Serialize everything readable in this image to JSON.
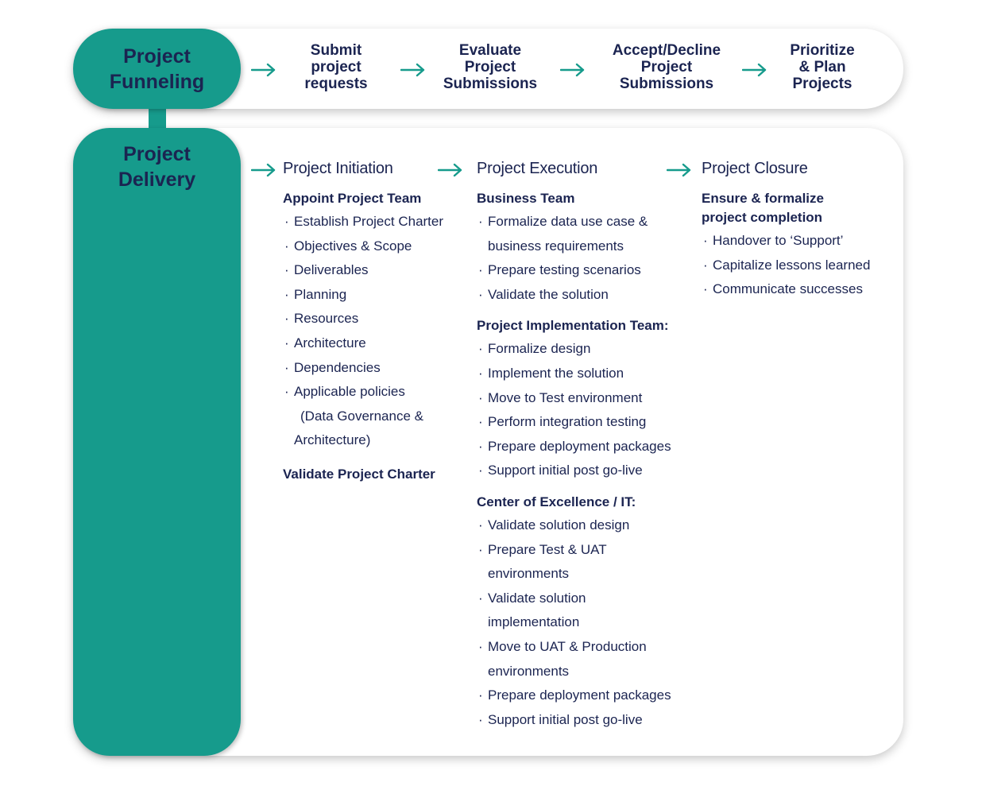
{
  "colors": {
    "accent": "#169b8c",
    "text": "#1b2451",
    "panel": "#ffffff"
  },
  "funneling": {
    "title_line1": "Project",
    "title_line2": "Funneling",
    "steps": [
      {
        "l1": "Submit",
        "l2": "project",
        "l3": "requests"
      },
      {
        "l1": "Evaluate",
        "l2": "Project",
        "l3": "Submissions"
      },
      {
        "l1": "Accept/Decline",
        "l2": "Project",
        "l3": "Submissions"
      },
      {
        "l1": "Prioritize",
        "l2": "& Plan",
        "l3": "Projects"
      }
    ]
  },
  "delivery": {
    "title_line1": "Project",
    "title_line2": "Delivery",
    "initiation": {
      "title": "Project Initiation",
      "section1": "Appoint Project Team",
      "items": [
        "Establish Project Charter",
        "Objectives & Scope",
        "Deliverables",
        "Planning",
        "Resources",
        "Architecture",
        "Dependencies",
        "Applicable policies"
      ],
      "items_cont": [
        "(Data Governance &",
        "Architecture)"
      ],
      "section2": "Validate Project Charter"
    },
    "execution": {
      "title": "Project Execution",
      "business_team": {
        "heading": "Business Team",
        "items": [
          {
            "l1": "Formalize data use case &",
            "l2": "business requirements"
          },
          {
            "l1": "Prepare testing scenarios"
          },
          {
            "l1": "Validate the solution"
          }
        ]
      },
      "implementation_team": {
        "heading": "Project Implementation Team:",
        "items": [
          "Formalize design",
          "Implement the solution",
          "Move to Test environment",
          "Perform integration testing",
          "Prepare deployment packages",
          "Support initial post go-live"
        ]
      },
      "coe": {
        "heading": "Center of Excellence / IT:",
        "items": [
          {
            "l1": "Validate solution design"
          },
          {
            "l1": "Prepare Test & UAT",
            "l2": "environments"
          },
          {
            "l1": "Validate solution",
            "l2": "implementation"
          },
          {
            "l1": "Move to UAT & Production",
            "l2": "environments"
          },
          {
            "l1": "Prepare deployment packages"
          },
          {
            "l1": "Support initial post go-live"
          }
        ]
      }
    },
    "closure": {
      "title": "Project Closure",
      "heading_l1": "Ensure & formalize",
      "heading_l2": "project completion",
      "items": [
        "Handover to ‘Support’",
        "Capitalize lessons learned",
        "Communicate successes"
      ]
    }
  }
}
